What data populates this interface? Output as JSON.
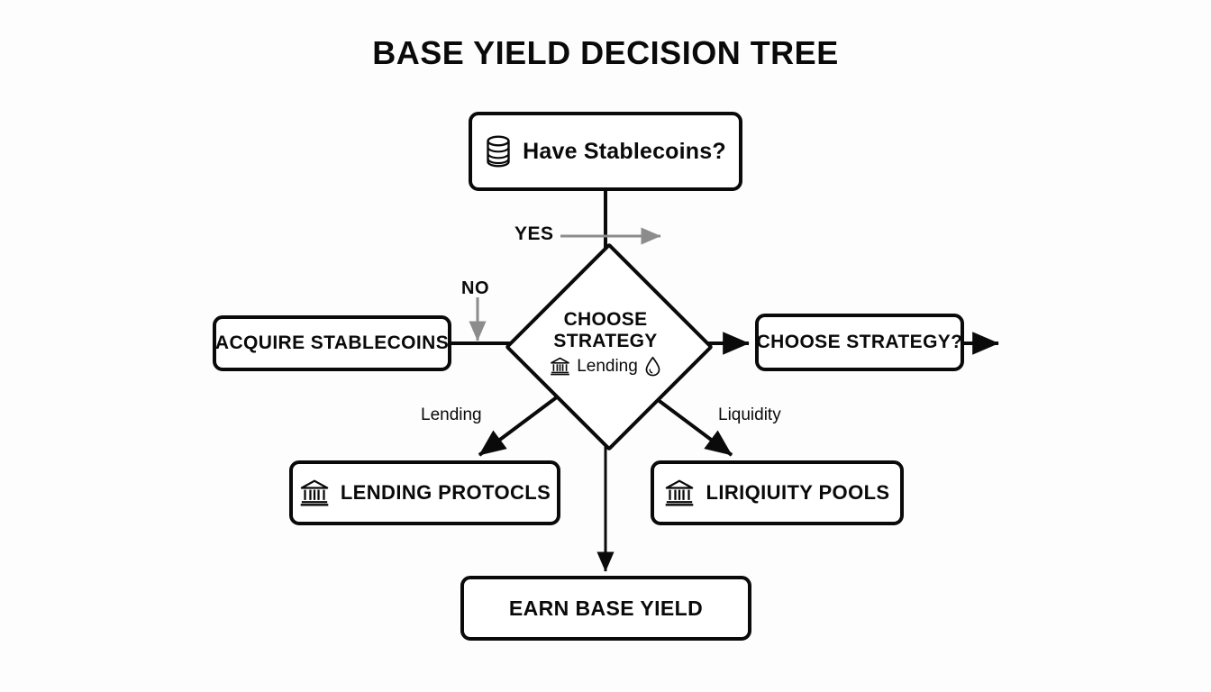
{
  "page": {
    "title": "BASE YIELD DECISION TREE",
    "background_color": "#fdfdfd",
    "stroke_color": "#0a0a0a",
    "muted_arrow_color": "#8c8c8c"
  },
  "nodes": {
    "have_stablecoins": {
      "label": "Have Stablecoins?",
      "icon": "coin-stack-icon",
      "shape": "rounded-rect"
    },
    "acquire_stablecoins": {
      "label": "ACQUIRE STABLECOINS",
      "shape": "rounded-rect"
    },
    "choose_strategy_diamond": {
      "title_line_1": "CHOOSE",
      "title_line_2": "STRATEGY",
      "sub_label": "Lending",
      "sub_icon_left": "bank-icon",
      "sub_icon_right": "droplet-icon",
      "shape": "diamond"
    },
    "choose_strategy_question": {
      "label": "CHOOSE STRATEGY?",
      "shape": "rounded-rect"
    },
    "lending_protocols": {
      "label": "LENDING PROTOCLS",
      "icon": "bank-icon",
      "shape": "rounded-rect"
    },
    "liquidity_pools": {
      "label": "LIRIQIUITY POOLS",
      "icon": "bank-icon",
      "shape": "rounded-rect"
    },
    "earn_base_yield": {
      "label": "EARN BASE YIELD",
      "shape": "rounded-rect"
    }
  },
  "edge_labels": {
    "yes": "YES",
    "no": "NO",
    "lending": "Lending",
    "liquidity": "Liquidity"
  }
}
